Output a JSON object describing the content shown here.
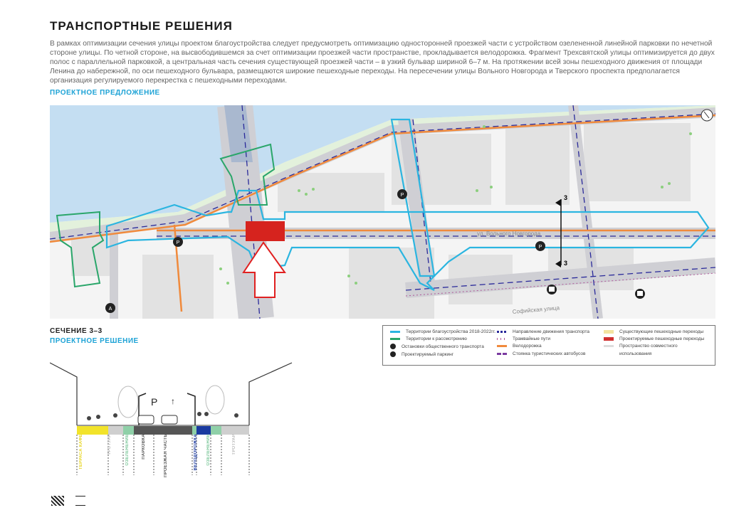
{
  "header": {
    "title": "ТРАНСПОРТНЫЕ РЕШЕНИЯ",
    "paragraph": "В рамках оптимизации сечения улицы проектом благоустройства следует предусмотреть оптимизацию односторонней проезжей части с устройством озелененной линейной парковки по нечетной стороне улицы. По четной стороне, на высвободившемся за счет оптимизации проезжей части пространстве, прокладывается велодорожка. Фрагмент Трехсвятской улицы оптимизируется до двух полос с параллельной парковкой, а центральная часть сечения существующей проезжей части – в узкий бульвар шириной 6–7 м. На протяжении всей зоны пешеходного движения от площади Ленина до набережной, по оси пешеходного бульвара, размещаются широкие пешеходные переходы. На пересечении улицы Вольного Новгорода и Тверского проспекта предполагается организация регулируемого перекрестка с пешеходными переходами."
  },
  "proposal_heading": "ПРОЕКТНОЕ ПРЕДЛОЖЕНИЕ",
  "map": {
    "street1": "ул. Вольного Новгорода",
    "street2": "Софийская улица",
    "parking": "P",
    "bus_stop_letter": "A",
    "section_mark": "3"
  },
  "section": {
    "heading": "СЕЧЕНИЕ 3–3",
    "subheading": "ПРОЕКТНОЕ РЕШЕНИЕ",
    "parking_sign": "P",
    "arrow": "↑",
    "zones": [
      {
        "label": "ТЕРРАСА КАФЕ",
        "color": "#f2e32a"
      },
      {
        "label": "ТРОТУАР",
        "color": "#cfcfcf"
      },
      {
        "label": "ОЗЕЛЕНЕНИЕ",
        "color": "#8fd0a8"
      },
      {
        "label": "ПАРКОВКА",
        "color": "#555555"
      },
      {
        "label": "ПРОЕЗЖАЯ ЧАСТЬ",
        "color": "#555555"
      },
      {
        "label": "ВЕЛОДОРОЖКА",
        "color": "#1a3aa0"
      },
      {
        "label": "ОЗЕЛЕНЕНИЕ",
        "color": "#8fd0a8"
      },
      {
        "label": "ТРОТУАР",
        "color": "#cfcfcf"
      }
    ]
  },
  "legend": {
    "items": [
      {
        "label": "Территории благоустройства 2018-2022гг.",
        "color": "#2bb5e0"
      },
      {
        "label": "Территории к рассмотрению",
        "color": "#2aa66a"
      },
      {
        "label": "Остановки общественного транспорта",
        "color": "#222222"
      },
      {
        "label": "Проектируемый паркинг",
        "color": "#222222"
      },
      {
        "label": "Направление движения транспорта",
        "color": "#2a2a9a"
      },
      {
        "label": "Трамвайные пути",
        "color": "#b05a9a"
      },
      {
        "label": "Велодорожка",
        "color": "#f08a3c"
      },
      {
        "label": "Стоянка туристических автобусов",
        "color": "#7a3aa0"
      },
      {
        "label": "Существующие пешеходные переходы",
        "color": "#f3e3a0"
      },
      {
        "label": "Проектируемые пешеходные переходы",
        "color": "#d03030"
      },
      {
        "label": "Пространство совместного",
        "color": "#cccccc"
      },
      {
        "label": "использования",
        "color": ""
      }
    ]
  },
  "colors": {
    "accent": "#1ea3d6",
    "water": "#c4def2",
    "highlight": "#e02020"
  }
}
